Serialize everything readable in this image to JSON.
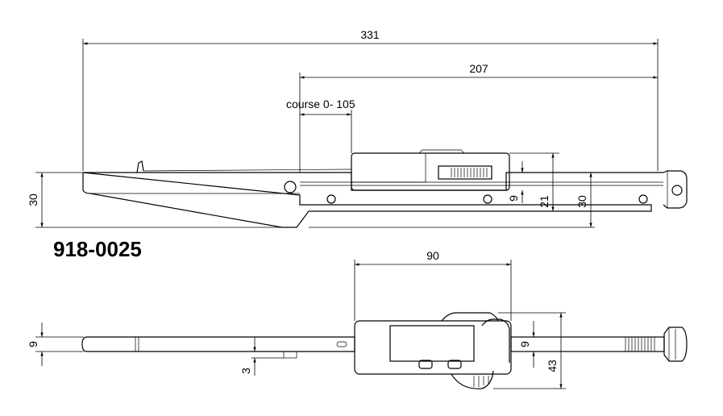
{
  "model_label": "918-0025",
  "dimensions": {
    "overall_length": "331",
    "rail_length": "207",
    "stroke_label": "course 0- 105",
    "width_90": "90",
    "height_30_left": "30",
    "height_9_top": "9",
    "height_21": "21",
    "height_30_right": "30",
    "thick_9_left": "9",
    "depth_3": "3",
    "thick_9_right": "9",
    "height_43": "43"
  }
}
